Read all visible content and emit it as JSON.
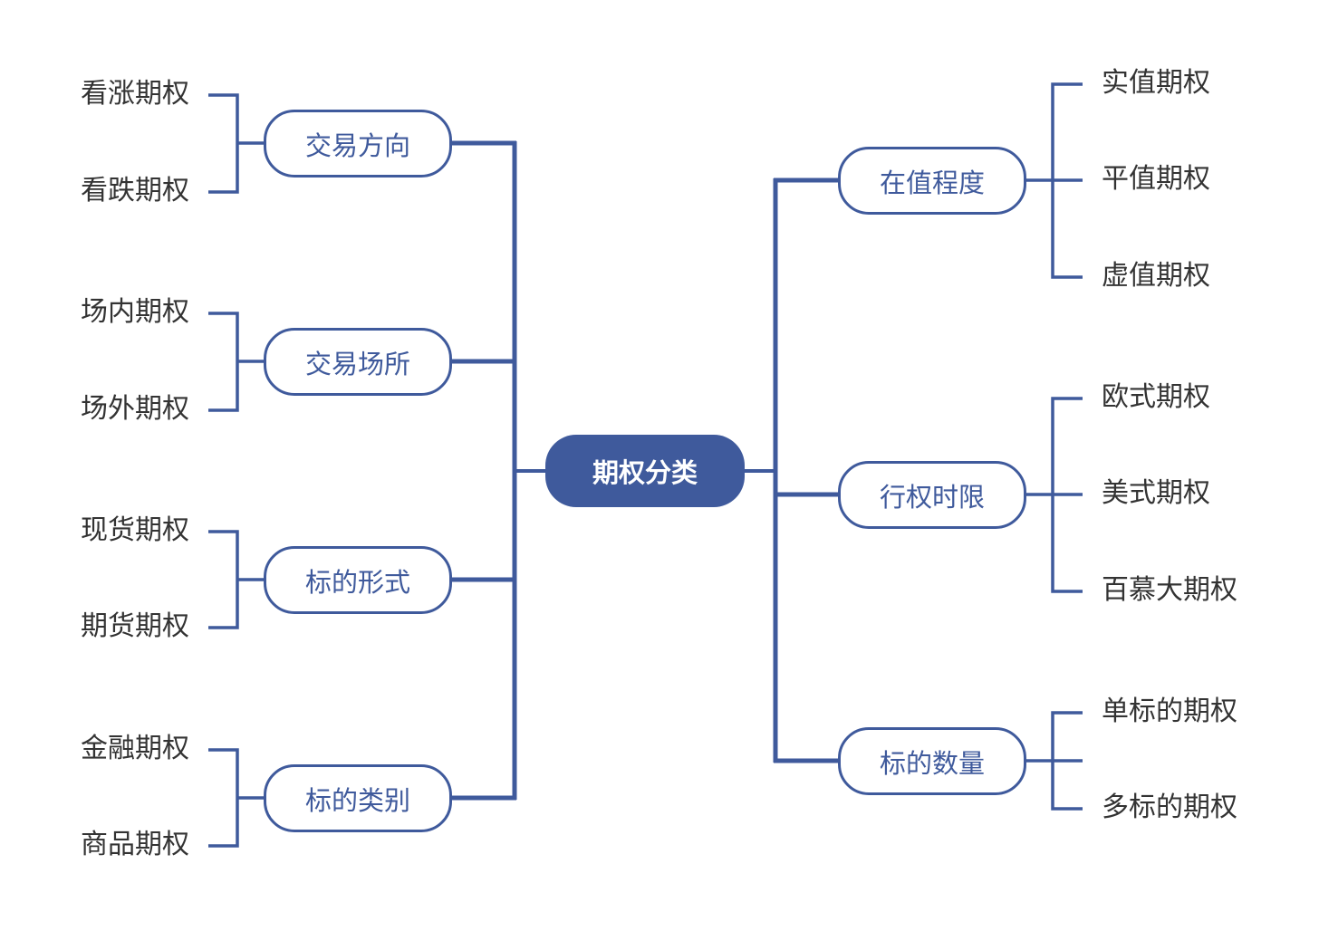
{
  "colors": {
    "accent": "#3F5A9C",
    "root_text": "#FFFFFF",
    "leaf_text": "#333333",
    "background": "#FFFFFF"
  },
  "root": {
    "label": "期权分类"
  },
  "left_branches": [
    {
      "label": "交易方向",
      "children": [
        "看涨期权",
        "看跌期权"
      ]
    },
    {
      "label": "交易场所",
      "children": [
        "场内期权",
        "场外期权"
      ]
    },
    {
      "label": "标的形式",
      "children": [
        "现货期权",
        "期货期权"
      ]
    },
    {
      "label": "标的类别",
      "children": [
        "金融期权",
        "商品期权"
      ]
    }
  ],
  "right_branches": [
    {
      "label": "在值程度",
      "children": [
        "实值期权",
        "平值期权",
        "虚值期权"
      ]
    },
    {
      "label": "行权时限",
      "children": [
        "欧式期权",
        "美式期权",
        "百慕大期权"
      ]
    },
    {
      "label": "标的数量",
      "children": [
        "单标的期权",
        "多标的期权"
      ]
    }
  ]
}
